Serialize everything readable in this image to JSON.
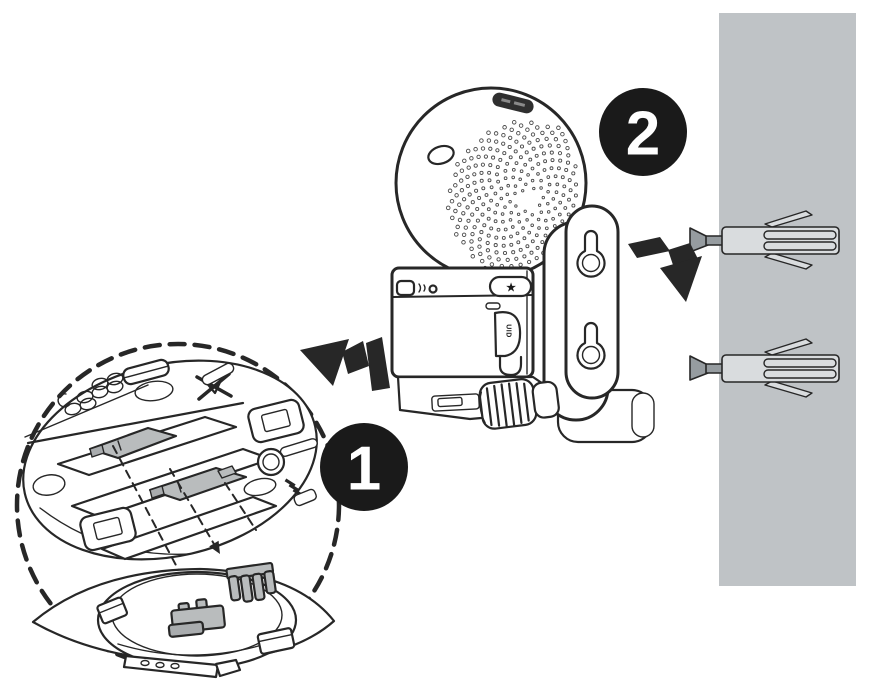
{
  "steps": {
    "step1": "1",
    "step2": "2"
  },
  "labels": {
    "uid": "UID"
  },
  "icons": {
    "spotlight": "★"
  },
  "colors": {
    "wall": "#bfc3c6",
    "part-gray": "#b9bcbd",
    "part-gray-dark": "#a9acae",
    "anchor-gray": "#d9dcde",
    "screw-gray": "#969ca0",
    "badge": "#1a1a1a",
    "line": "#272727",
    "grille-dot": "#4b4b4b",
    "sensor": "#2f2f2f"
  }
}
